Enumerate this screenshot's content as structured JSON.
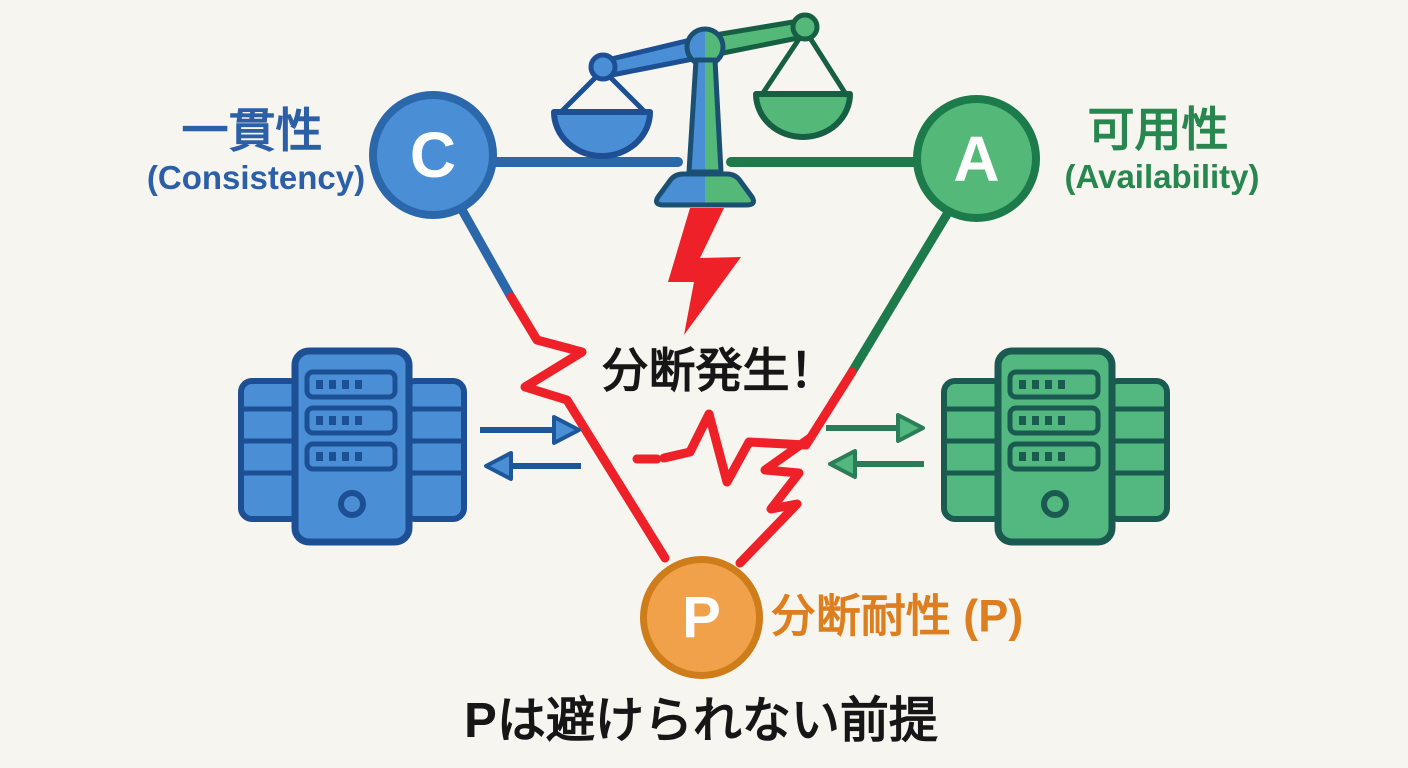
{
  "diagram": {
    "topic": "CAP",
    "nodes": {
      "consistency": {
        "letter": "C",
        "label_ja": "一貫性",
        "label_en": "(Consistency)",
        "fill_color": "#4a8ed6",
        "border_color": "#2b67ab",
        "text_color": "#2b5fa8"
      },
      "availability": {
        "letter": "A",
        "label_ja": "可用性",
        "label_en": "(Availability)",
        "fill_color": "#53b878",
        "border_color": "#1d7a4a",
        "text_color": "#27874e"
      },
      "partition_tolerance": {
        "letter": "P",
        "label_ja": "分断耐性 (P)",
        "fill_color": "#f0a14a",
        "border_color": "#cf7c1a",
        "text_color": "#dd7f1f"
      }
    },
    "center_event": {
      "label": "分断発生！",
      "bolt_color": "#ee2128",
      "crack_color": "#ee2128"
    },
    "caption": "Pは避けられない前提",
    "icons": [
      {
        "name": "balance-scale-icon",
        "colors": [
          "#4a8ed6",
          "#53b878"
        ]
      },
      {
        "name": "lightning-bolt-icon",
        "color": "#ee2128"
      },
      {
        "name": "server-icon-blue",
        "fill": "#4a8ed6",
        "stroke": "#1d4f94"
      },
      {
        "name": "server-icon-green",
        "fill": "#53b87f",
        "stroke": "#1a5a50"
      },
      {
        "name": "sync-arrows-blue",
        "color": "#1e5799"
      },
      {
        "name": "sync-arrows-green",
        "color": "#2a7d56"
      }
    ]
  }
}
